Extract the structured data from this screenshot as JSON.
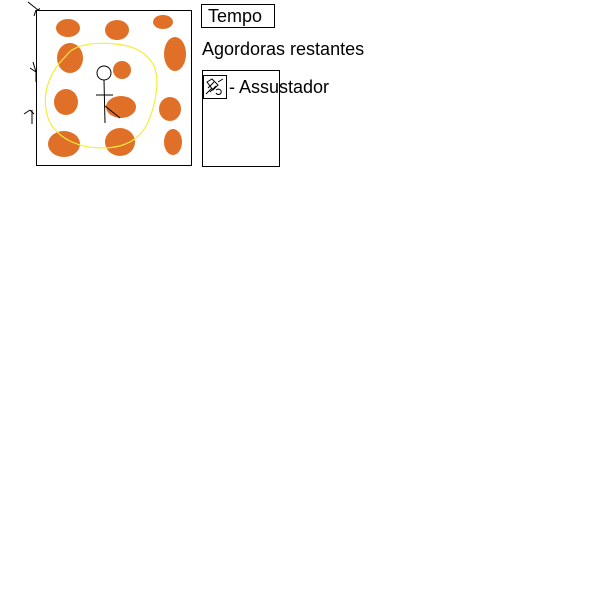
{
  "hud": {
    "time_label": "Tempo",
    "remaining_label": "Agordoras restantes"
  },
  "inventory": {
    "items": [
      {
        "icon": "scarecrow-icon",
        "label": "- Assustador"
      }
    ]
  },
  "colors": {
    "pumpkin": "#e07028",
    "range_ring": "#f2ee3a",
    "outline": "#000000",
    "background": "#ffffff"
  }
}
